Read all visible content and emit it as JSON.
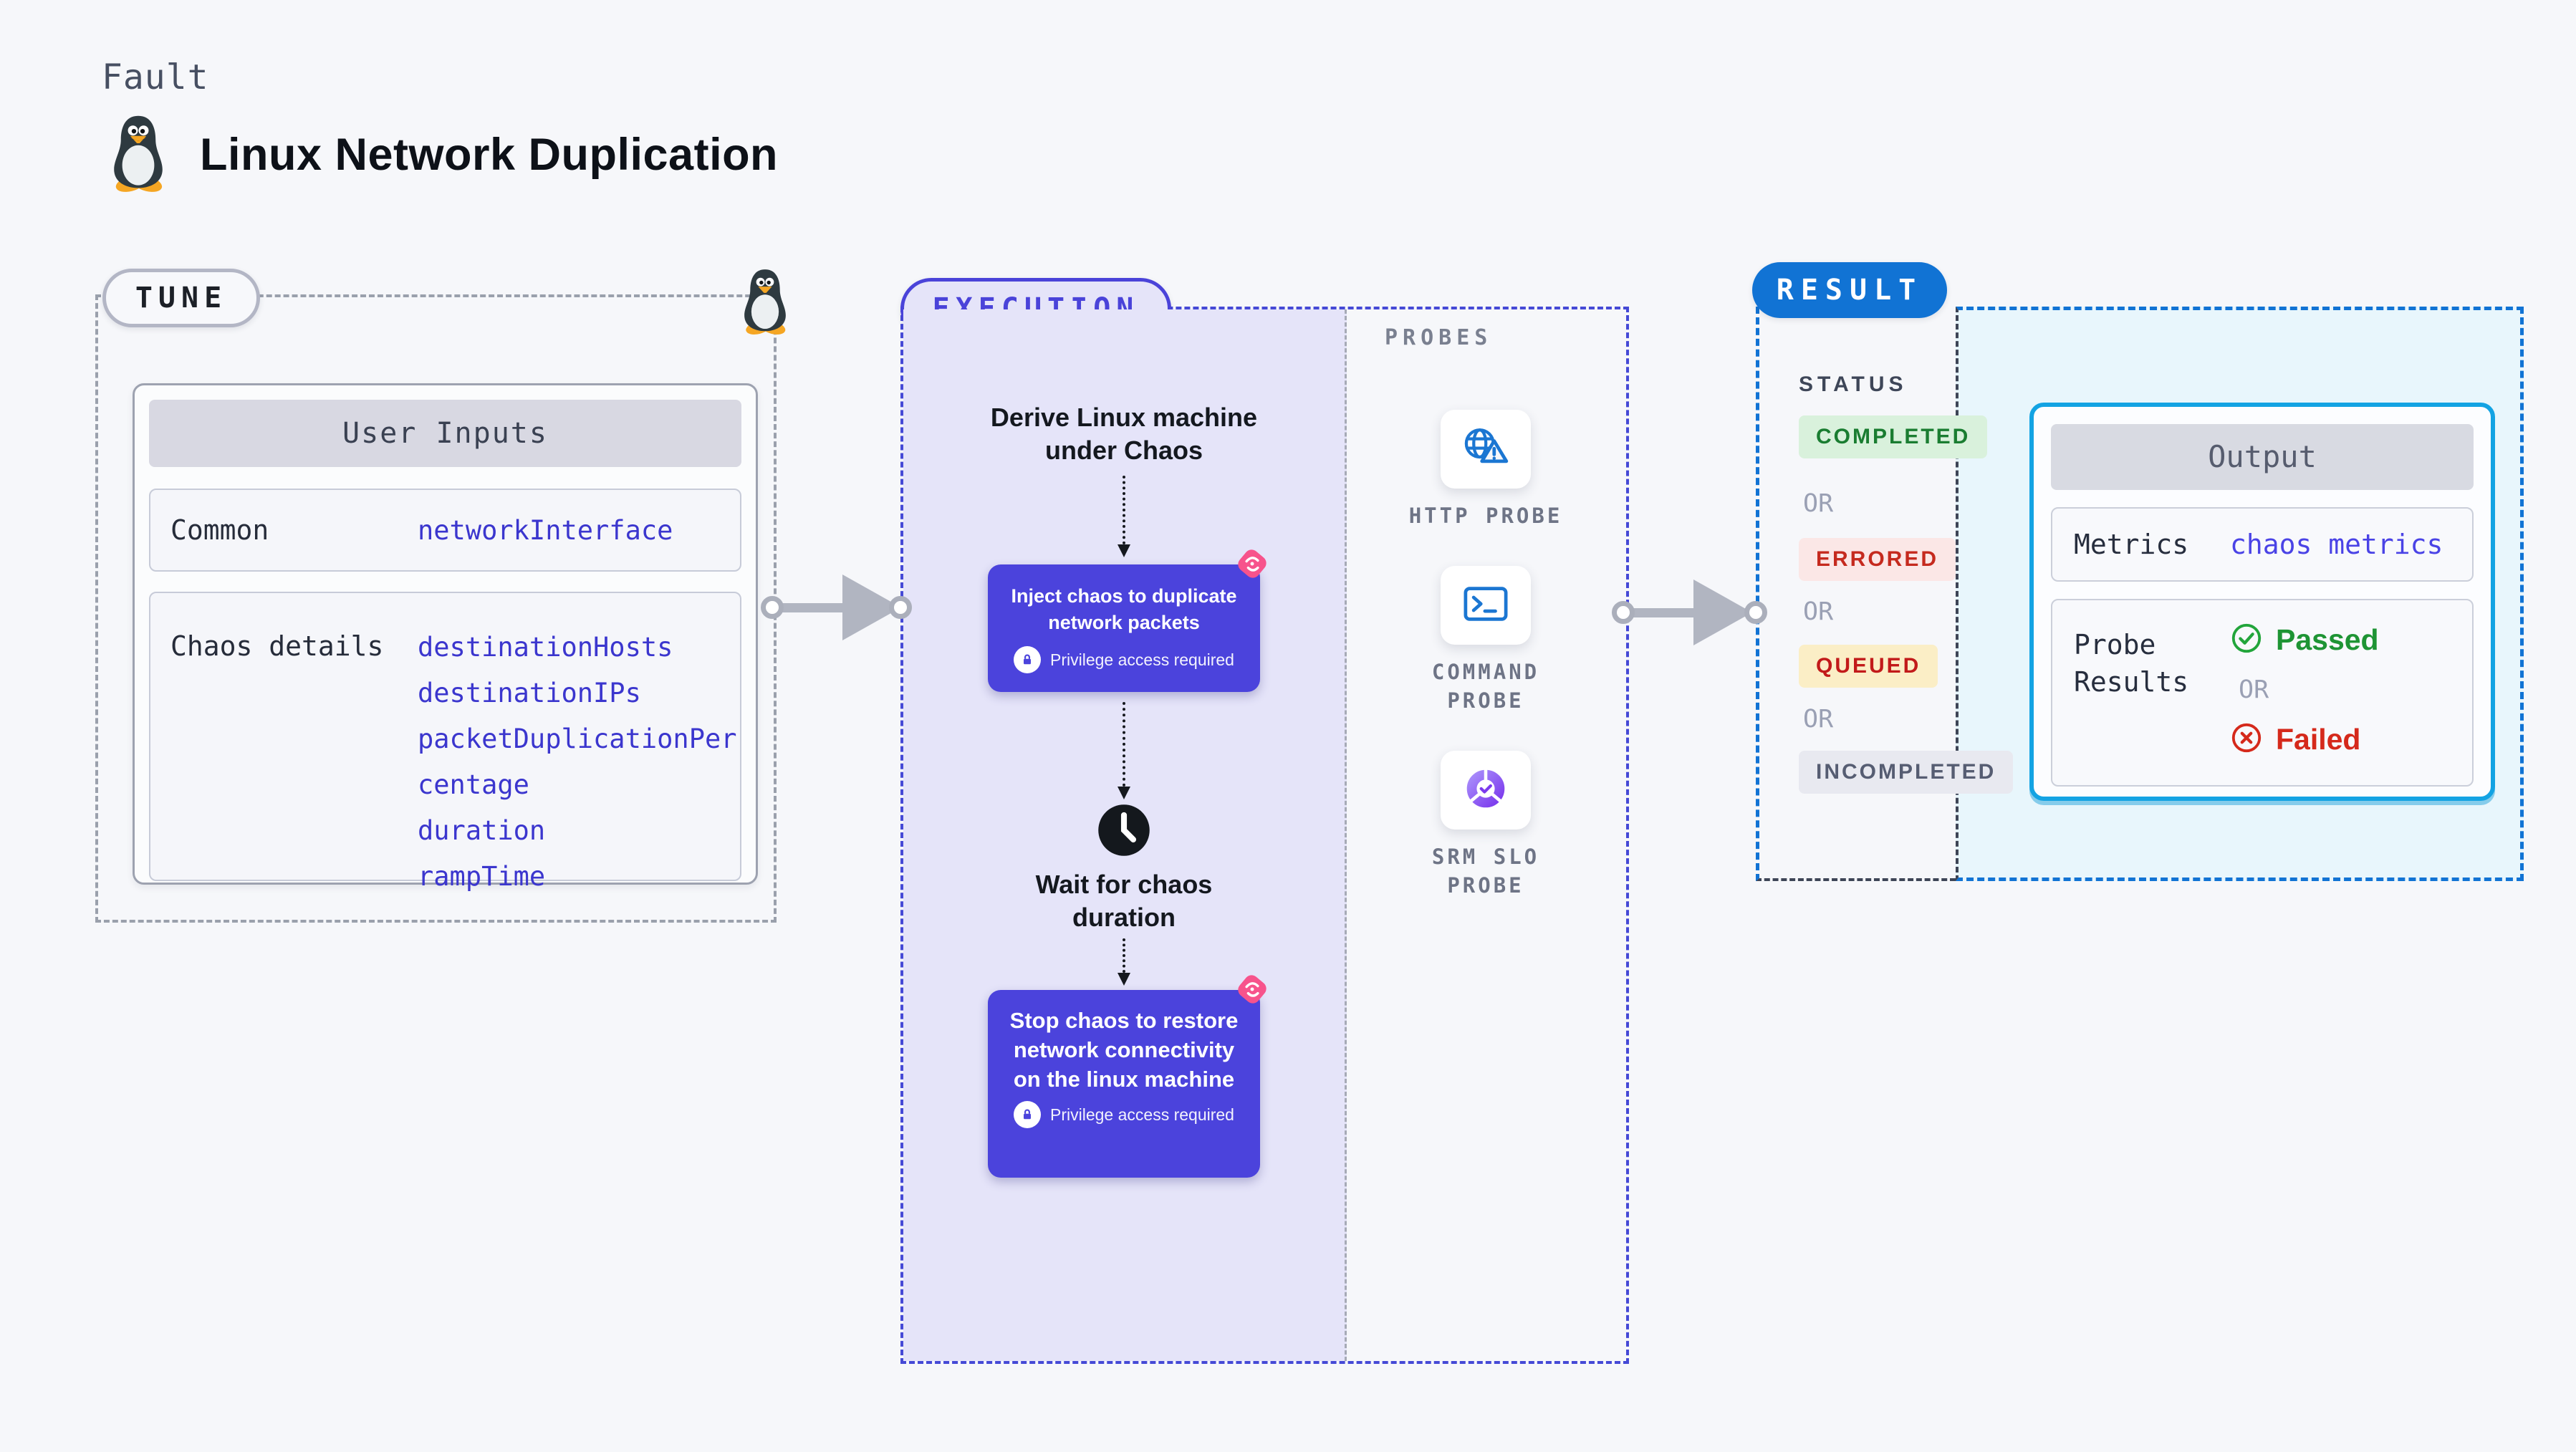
{
  "page": {
    "kicker": "Fault",
    "title": "Linux Network Duplication"
  },
  "tune": {
    "badge": "TUNE",
    "user_inputs": {
      "header": "User Inputs",
      "rows": [
        {
          "label": "Common",
          "values": [
            "networkInterface"
          ]
        },
        {
          "label": "Chaos details",
          "values": [
            "destinationHosts",
            "destinationIPs",
            "packetDuplicationPercentage",
            "duration",
            "rampTime"
          ]
        }
      ]
    }
  },
  "execution": {
    "badge": "EXECUTION",
    "flow": {
      "derive": "Derive Linux machine under Chaos",
      "inject": "Inject chaos to duplicate network packets",
      "wait": "Wait for chaos duration",
      "stop": "Stop chaos to restore network connectivity on the linux machine",
      "privilege_note": "Privilege access required"
    },
    "probes": {
      "heading": "PROBES",
      "items": [
        {
          "label": "HTTP PROBE",
          "icon": "globe-alert-icon"
        },
        {
          "label": "COMMAND PROBE",
          "icon": "terminal-icon"
        },
        {
          "label": "SRM SLO PROBE",
          "icon": "donut-check-icon"
        }
      ]
    }
  },
  "result": {
    "badge": "RESULT",
    "status": {
      "heading": "STATUS",
      "separator": "OR",
      "items": [
        {
          "label": "COMPLETED",
          "tone": "green"
        },
        {
          "label": "ERRORED",
          "tone": "red"
        },
        {
          "label": "QUEUED",
          "tone": "yellow"
        },
        {
          "label": "INCOMPLETED",
          "tone": "gray"
        }
      ]
    },
    "output": {
      "header": "Output",
      "metrics_label": "Metrics",
      "metrics_value": "chaos metrics",
      "probe_results_label": "Probe Results",
      "passed": "Passed",
      "separator": "OR",
      "failed": "Failed"
    }
  },
  "colors": {
    "page_bg": "#F6F7FA",
    "node_indigo": "#4B43DC",
    "lavender": "#E5E4F9",
    "execution_border": "#4549D6",
    "result_blue": "#1173D4",
    "output_border": "#13A3E3",
    "light_blue_bg": "#E8F6FC",
    "link_indigo": "#3B36CE",
    "value_indigo": "#4A43E6",
    "passed_green": "#1E9434",
    "failed_red": "#D5291B",
    "queued_bg": "#FBEEC6",
    "pink_badge": "#F7538C",
    "probe_blue": "#1B76D2",
    "srm_purple": "#8B5CF6",
    "arrow_gray": "#B1B5C1",
    "tux_orange": "#F5A623"
  }
}
